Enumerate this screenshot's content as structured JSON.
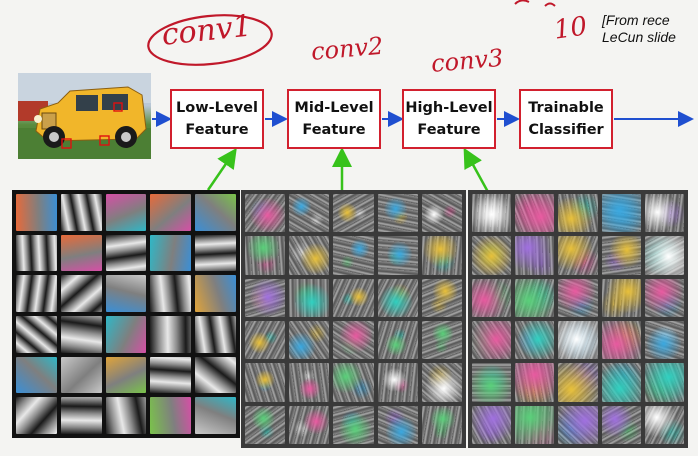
{
  "handwriting": {
    "conv1": "conv1",
    "conv2": "conv2",
    "conv3": "conv3",
    "top_mark": "10"
  },
  "source_note": {
    "line1": "[From rece",
    "line2": "LeCun slide"
  },
  "pipeline": {
    "stages": [
      {
        "line1": "Low-Level",
        "line2": "Feature"
      },
      {
        "line1": "Mid-Level",
        "line2": "Feature"
      },
      {
        "line1": "High-Level",
        "line2": "Feature"
      },
      {
        "line1": "Trainable",
        "line2": "Classifier"
      }
    ]
  },
  "colors": {
    "box_border": "#d2202e",
    "flow_arrow": "#1f4fd0",
    "feature_arrow": "#37c21b",
    "handwriting": "#c0182a"
  }
}
